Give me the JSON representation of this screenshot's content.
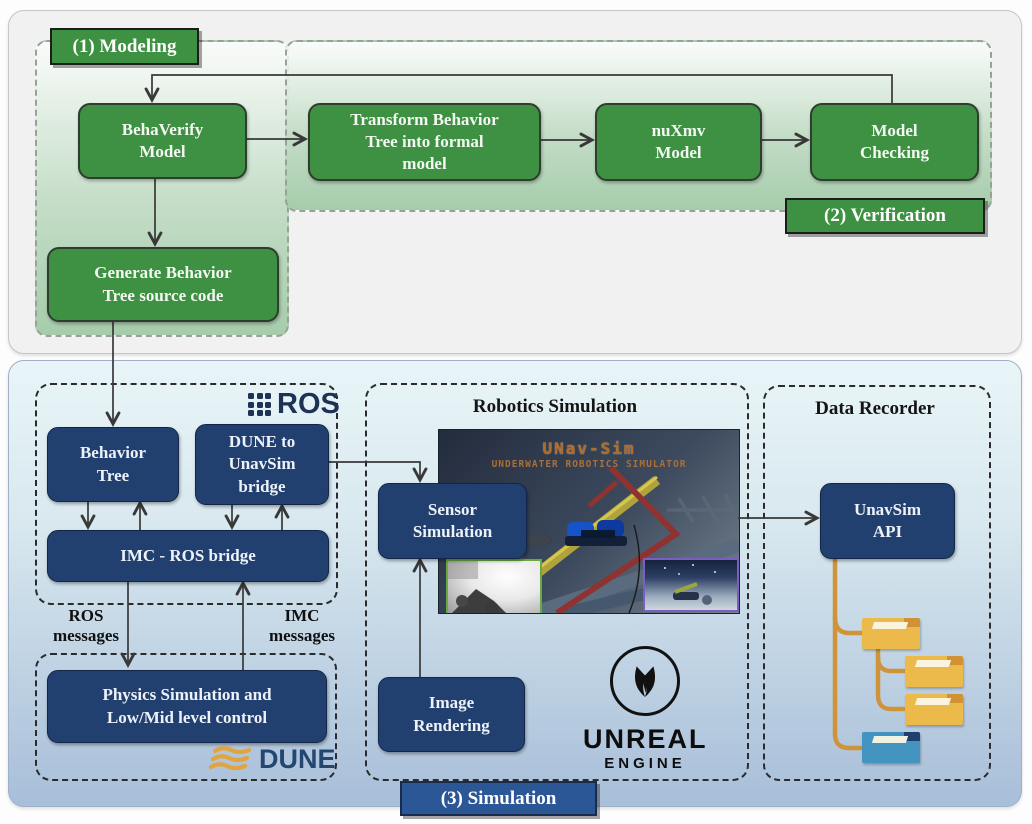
{
  "colors": {
    "process_green": "#3e9142",
    "process_navy": "#21406f",
    "simulation_label_blue": "#2c5796",
    "connector_orange": "#cf943a",
    "folder_yellow": "#ecb94b",
    "folder_blue": "#4394c0"
  },
  "modeling": {
    "label": "(1) Modeling",
    "behaverify": "BehaVerify\nModel",
    "transform": "Transform Behavior\nTree into formal\nmodel",
    "nuxmv": "nuXmv\nModel",
    "model_checking": "Model\nChecking",
    "generate": "Generate Behavior\nTree source code"
  },
  "verification": {
    "label": "(2) Verification"
  },
  "simulation": {
    "label": "(3) Simulation",
    "ros_group": {
      "logo_text": "ROS",
      "behavior_tree": "Behavior\nTree",
      "dune_bridge": "DUNE to\nUnavSim\nbridge",
      "imc_bridge": "IMC - ROS bridge",
      "ros_messages": "ROS\nmessages",
      "imc_messages": "IMC\nmessages"
    },
    "dune_group": {
      "logo_text": "DUNE",
      "physics": "Physics Simulation and\nLow/Mid level control"
    },
    "robotics_group": {
      "title": "Robotics Simulation",
      "sensor": "Sensor\nSimulation",
      "image_rendering": "Image\nRendering",
      "screenshot_title": "UNav-Sim",
      "screenshot_subtitle": "UNDERWATER ROBOTICS SIMULATOR",
      "unreal_word": "UNREAL",
      "engine_word": "ENGINE"
    },
    "recorder_group": {
      "title": "Data Recorder",
      "api": "UnavSim\nAPI"
    }
  }
}
